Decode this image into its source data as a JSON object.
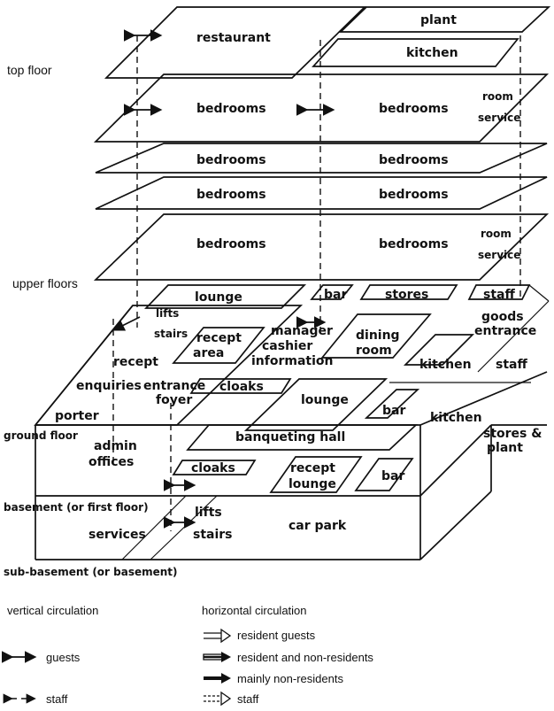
{
  "floor_labels": {
    "top": "top floor",
    "upper": "upper floors",
    "ground": "ground floor",
    "basement": "basement (or first floor)",
    "sub_basement": "sub-basement (or basement)"
  },
  "top_floor": {
    "restaurant": "restaurant",
    "plant": "plant",
    "kitchen": "kitchen",
    "bedrooms": "bedrooms",
    "room_service_1": "room",
    "room_service_2": "service"
  },
  "upper_floors": {
    "bedrooms": "bedrooms",
    "room_service_1": "room",
    "room_service_2": "service"
  },
  "ground_floor": {
    "lounge": "lounge",
    "bar": "bar",
    "stores": "stores",
    "staff": "staff",
    "lifts": "lifts",
    "stairs": "stairs",
    "recept_area_1": "recept",
    "recept_area_2": "area",
    "manager": "manager",
    "cashier": "cashier",
    "information": "information",
    "dining_1": "dining",
    "dining_2": "room",
    "goods": "goods",
    "entrance": "entrance",
    "recept": "recept",
    "enquiries": "enquiries",
    "entrance_foyer_1": "entrance",
    "entrance_foyer_2": "foyer",
    "cloaks": "cloaks",
    "kitchen": "kitchen",
    "porter": "porter"
  },
  "basement": {
    "admin_1": "admin",
    "admin_2": "offices",
    "banqueting_hall": "banqueting hall",
    "kitchen": "kitchen",
    "stores_plant_1": "stores &",
    "stores_plant_2": "plant",
    "cloaks": "cloaks",
    "recept_lounge_1": "recept",
    "recept_lounge_2": "lounge",
    "bar": "bar"
  },
  "sub_basement": {
    "lifts": "lifts",
    "stairs": "stairs",
    "services": "services",
    "car_park": "car park"
  },
  "legend": {
    "vertical_title": "vertical circulation",
    "horizontal_title": "horizontal circulation",
    "guests": "guests",
    "staff_v": "staff",
    "resident_guests": "resident guests",
    "resident_and_non": "resident and non-residents",
    "mainly_non": "mainly non-residents",
    "staff_h": "staff"
  }
}
